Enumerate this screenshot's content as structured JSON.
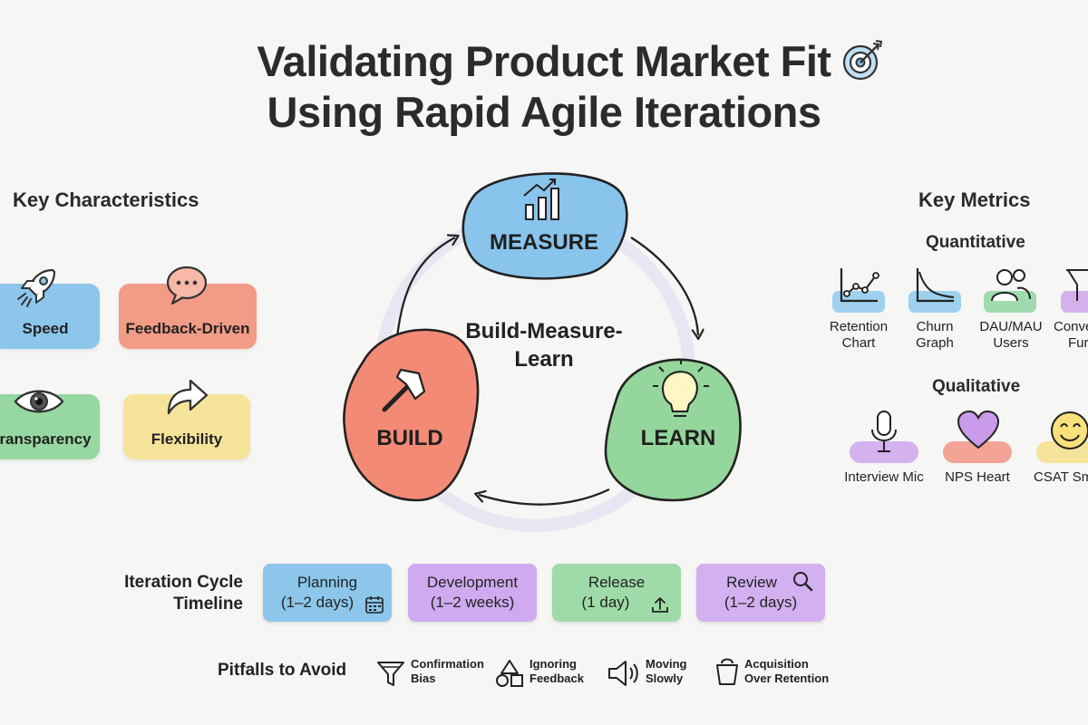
{
  "title": {
    "line1": "Validating Product Market Fit",
    "line2": "Using Rapid Agile Iterations",
    "icon": "target-icon"
  },
  "characteristics": {
    "heading": "Key Characteristics",
    "items": [
      {
        "label": "Speed",
        "icon": "rocket-icon",
        "color": "#8cc6ea"
      },
      {
        "label": "Feedback-Driven",
        "icon": "speech-bubble-icon",
        "color": "#f29b86"
      },
      {
        "label": "ransparency",
        "icon": "eye-icon",
        "color": "#97d7a2"
      },
      {
        "label": "Flexibility",
        "icon": "curved-arrow-icon",
        "color": "#f6e39a"
      }
    ]
  },
  "cycle": {
    "center_label_line1": "Build-Measure-",
    "center_label_line2": "Learn",
    "measure": {
      "label": "MEASURE",
      "icon": "bar-chart-icon",
      "color": "#88c4ec"
    },
    "build": {
      "label": "BUILD",
      "icon": "hammer-icon",
      "color": "#f28a76"
    },
    "learn": {
      "label": "LEARN",
      "icon": "lightbulb-icon",
      "color": "#94d69b"
    }
  },
  "metrics": {
    "heading": "Key Metrics",
    "quantitative": {
      "heading": "Quantitative",
      "items": [
        {
          "line1": "Retention",
          "line2": "Chart",
          "icon": "line-chart-icon",
          "color": "#9fd0ee"
        },
        {
          "line1": "Churn",
          "line2": "Graph",
          "icon": "decay-curve-icon",
          "color": "#9fd0ee"
        },
        {
          "line1": "DAU/MAU",
          "line2": "Users",
          "icon": "users-icon",
          "color": "#9fdbae"
        },
        {
          "line1": "Conve",
          "line2": "Fur",
          "icon": "funnel-icon",
          "color": "#d4b0ec"
        }
      ]
    },
    "qualitative": {
      "heading": "Qualitative",
      "items": [
        {
          "label": "Interview Mic",
          "icon": "microphone-icon",
          "color": "#d3b2ee"
        },
        {
          "label": "NPS Heart",
          "icon": "heart-icon",
          "color": "#f4a496"
        },
        {
          "label": "CSAT Sm",
          "icon": "smiley-icon",
          "color": "#f6e39a"
        }
      ]
    }
  },
  "timeline": {
    "title_line1": "Iteration Cycle",
    "title_line2": "Timeline",
    "items": [
      {
        "line1": "Planning",
        "line2": "(1–2 days)",
        "icon": "calendar-icon",
        "color": "#8cc6ea"
      },
      {
        "line1": "Development",
        "line2": "(1–2 weeks)",
        "icon": "",
        "color": "#cfaaf0"
      },
      {
        "line1": "Release",
        "line2": "(1 day)",
        "icon": "upload-icon",
        "color": "#9fdba8"
      },
      {
        "line1": "Review",
        "line2": "(1–2 days)",
        "icon": "magnifier-icon",
        "color": "#d3b0f0"
      }
    ]
  },
  "pitfalls": {
    "title": "Pitfalls to Avoid",
    "items": [
      {
        "line1": "Confirmation",
        "line2": "Bias",
        "icon": "filter-funnel-icon"
      },
      {
        "line1": "Ignoring",
        "line2": "Feedback",
        "icon": "shapes-icon"
      },
      {
        "line1": "Moving",
        "line2": "Slowly",
        "icon": "speaker-icon"
      },
      {
        "line1": "Acquisition",
        "line2": "Over Retention",
        "icon": "bucket-icon"
      }
    ]
  }
}
